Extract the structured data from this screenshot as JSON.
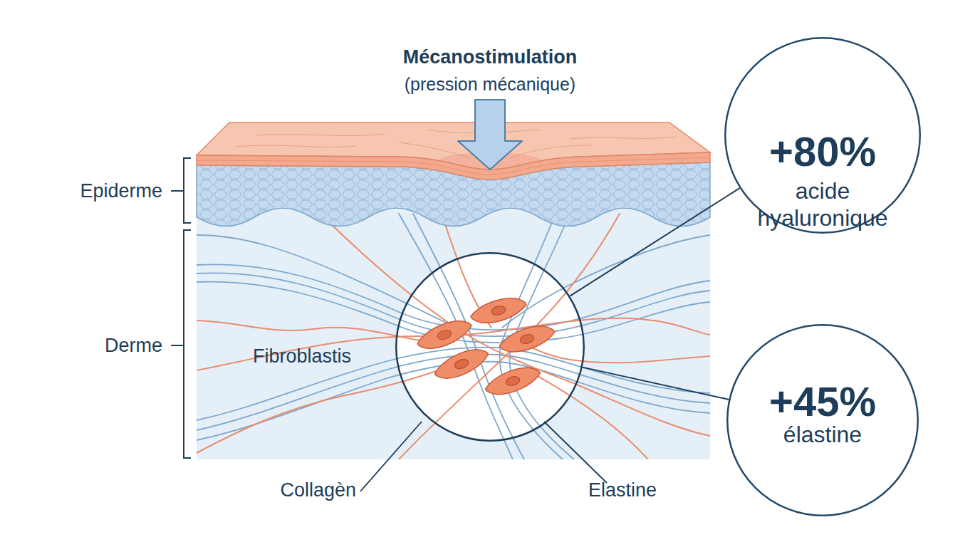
{
  "diagram": {
    "title": "Mécanostimulation",
    "nodes": [
      {
        "text": [
          "Fibroblastis"
        ]
      },
      {
        "text": [
          "+80%",
          "acide hyaluronique"
        ]
      },
      {
        "text": [
          "+45%",
          "élastine"
        ]
      }
    ],
    "edges": [
      {
        "from": 0,
        "to": 1,
        "arrow": "none"
      },
      {
        "from": 0,
        "to": 2,
        "arrow": "none"
      }
    ],
    "labels": [
      "(pression mécanique)",
      "Epiderme",
      "Derme",
      "Collagèn",
      "Elastine"
    ]
  }
}
